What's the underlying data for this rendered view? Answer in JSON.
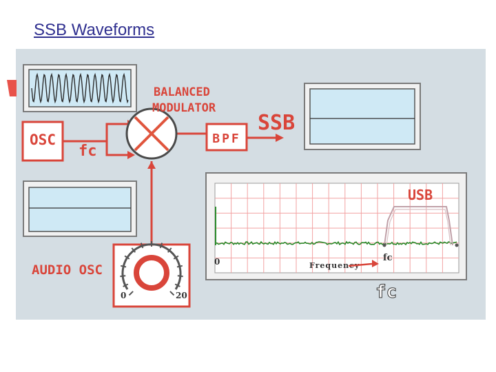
{
  "slide": {
    "title": "SSB Waveforms"
  },
  "diagram": {
    "balanced_modulator_line1": "BALANCED",
    "balanced_modulator_line2": "MODULATOR",
    "osc_label": "OSC",
    "fc_label": "fc",
    "bpf_label": "BPF",
    "ssb_label": "SSB",
    "audio_osc_label": "AUDIO OSC",
    "dial_min": "0",
    "dial_max": "20"
  },
  "spectrum": {
    "usb_label": "USB",
    "origin_label": "0",
    "freq_label": "Frequency",
    "fc_axis_label": "fc",
    "fc_big_label": "fc"
  },
  "colors": {
    "panel_bg": "#d4dde3",
    "accent_red": "#d9453a",
    "screen_bg": "#cfe9f5",
    "noise_green": "#2a8a2a"
  }
}
